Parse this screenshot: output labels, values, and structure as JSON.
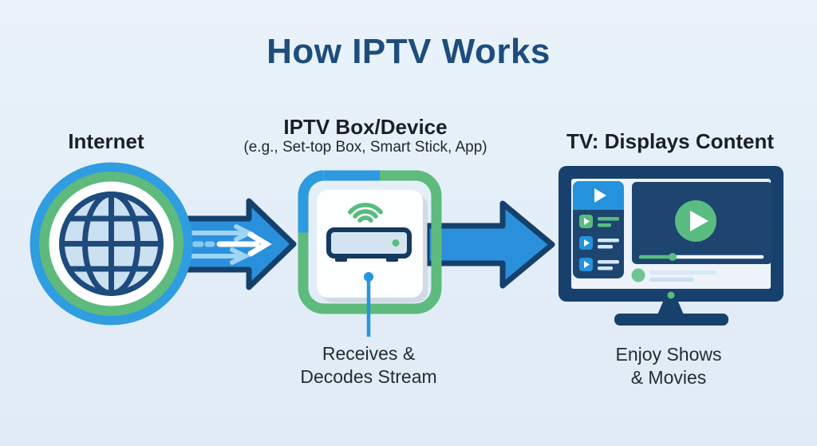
{
  "title": "How IPTV Works",
  "palette": {
    "background": "#e4eef8",
    "title_navy": "#1d4d7d",
    "outline_navy": "#16406c",
    "arrow_blue": "#2b90dc",
    "sky_blue": "#2493dc",
    "green": "#5abc7f",
    "globe_fill": "#cbe0f0",
    "panel_navy": "#1d4570",
    "text_dark": "#262c33"
  },
  "steps": {
    "internet": {
      "label": "Internet",
      "icon": "globe-icon"
    },
    "device": {
      "label": "IPTV Box/Device",
      "sublabel": "(e.g., Set-top Box, Smart Stick, App)",
      "icon": "set-top-box-icon",
      "caption": [
        "Receives &",
        "Decodes Stream"
      ]
    },
    "tv": {
      "label": "TV: Displays Content",
      "icon": "tv-icon",
      "caption": [
        "Enjoy Shows",
        "& Movies"
      ]
    }
  },
  "connections": [
    {
      "from": "internet",
      "to": "device",
      "style": "streamed-arrow"
    },
    {
      "from": "device",
      "to": "tv",
      "style": "plain-arrow"
    }
  ]
}
